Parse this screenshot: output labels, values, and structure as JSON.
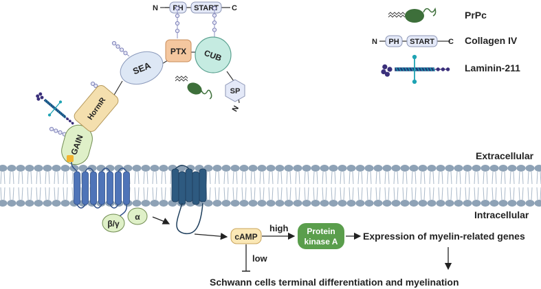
{
  "legend": {
    "prpc": "PrPc",
    "collagen": "Collagen IV",
    "laminin": "Laminin-211",
    "collagen_n": "N",
    "collagen_ph": "PH",
    "collagen_start": "START",
    "collagen_c": "C"
  },
  "top_collagen": {
    "n": "N",
    "ph": "PH",
    "start": "START",
    "c": "C"
  },
  "domains": {
    "gain": "GAIN",
    "hormr": "HormR",
    "sea": "SEA",
    "ptx": "PTX",
    "cub": "CUB",
    "sp": "SP",
    "n_terminus": "N"
  },
  "membrane": {
    "extracellular": "Extracellular",
    "intracellular": "Intracellular"
  },
  "gprotein": {
    "beta_gamma": "β/γ",
    "alpha": "α"
  },
  "signaling": {
    "camp": "cAMP",
    "high": "high",
    "low": "low",
    "pka_line1": "Protein",
    "pka_line2": "kinase A",
    "expression": "Expression of myelin-related genes",
    "outcome": "Schwann cells terminal differentiation and myelination"
  },
  "colors": {
    "lipid_head": "#8ea2b6",
    "receptor": "#4f74b8",
    "receptor_dark": "#2e5a80",
    "sea_fill": "#dde7f5",
    "ptx_fill": "#f4c79f",
    "cub_fill": "#c5ebe1",
    "gain_fill": "#dff0c8",
    "hormr_fill": "#f4dfae",
    "pka_fill": "#5a9e4c",
    "camp_fill": "#fbe8b6",
    "prpc_body": "#3d6f3a",
    "laminin_navy": "#1f3d7a",
    "laminin_teal": "#1ea3b3",
    "laminin_purple": "#3a2f7a"
  }
}
